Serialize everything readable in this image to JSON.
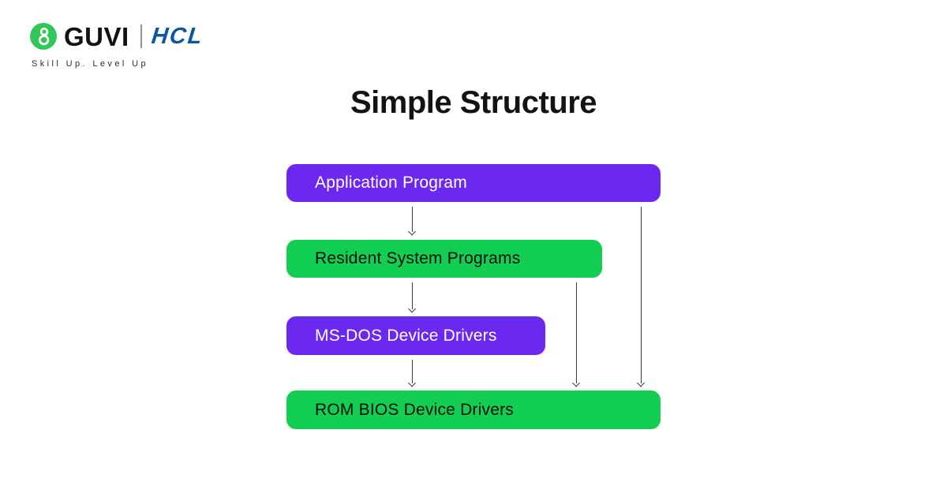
{
  "brand": {
    "guvi": "GUVI",
    "hcl": "HCL",
    "tagline": "Skill Up. Level Up",
    "colors": {
      "guvi_green": "#33C75A",
      "hcl_blue": "#0B57A4"
    }
  },
  "title": "Simple Structure",
  "diagram": {
    "arrow_color": "#3A3A3A",
    "boxes": [
      {
        "id": "application-program",
        "label": "Application Program",
        "bg": "#6B28EE",
        "fg": "#FFFFFF"
      },
      {
        "id": "resident-system-programs",
        "label": "Resident System Programs",
        "bg": "#12CE53",
        "fg": "#0D0D0D"
      },
      {
        "id": "ms-dos-device-drivers",
        "label": "MS-DOS Device Drivers",
        "bg": "#6B28EE",
        "fg": "#FFFFFF"
      },
      {
        "id": "rom-bios-device-drivers",
        "label": "ROM BIOS Device Drivers",
        "bg": "#12CE53",
        "fg": "#0D0D0D"
      }
    ],
    "arrows": [
      {
        "from": "application-program",
        "to": "resident-system-programs"
      },
      {
        "from": "resident-system-programs",
        "to": "ms-dos-device-drivers"
      },
      {
        "from": "ms-dos-device-drivers",
        "to": "rom-bios-device-drivers"
      },
      {
        "from": "resident-system-programs",
        "to": "rom-bios-device-drivers"
      },
      {
        "from": "application-program",
        "to": "rom-bios-device-drivers"
      }
    ]
  }
}
